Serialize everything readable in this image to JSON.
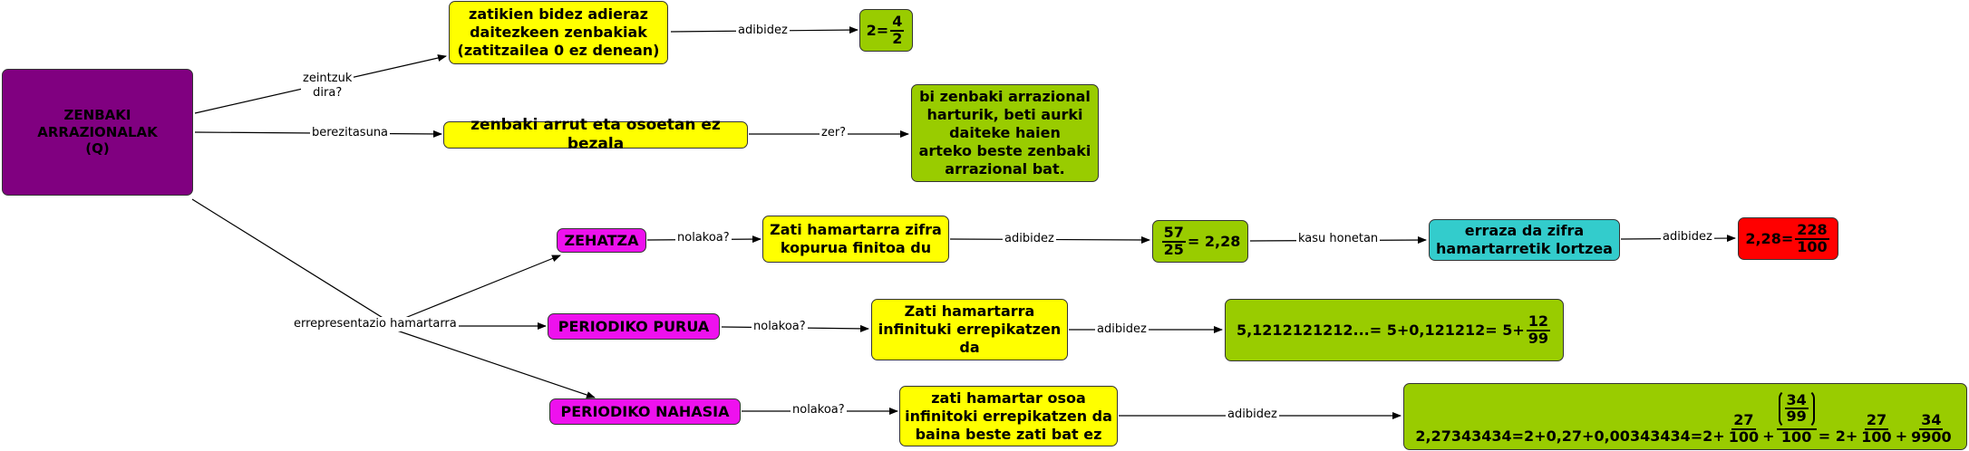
{
  "root": {
    "lines": [
      "ZENBAKI",
      "ARRAZIONALAK",
      "(Q)"
    ]
  },
  "definition": {
    "lines": [
      "zatikien bidez adieraz",
      "daitezkeen zenbakiak",
      "(zatitzailea 0 ez denean)"
    ]
  },
  "definition_example": {
    "lhs": "2=",
    "num": "4",
    "den": "2"
  },
  "property": {
    "text": "zenbaki arrut eta osoetan ez bezala"
  },
  "property_detail": {
    "lines": [
      "bi zenbaki arrazional",
      "harturik, beti aurki",
      "daiteke haien",
      "arteko beste zenbaki",
      "arrazional bat."
    ]
  },
  "exact": {
    "label": "ZEHATZA",
    "desc_lines": [
      "Zati hamartarra zifra",
      "kopurua finitoa du"
    ],
    "ex_num": "57",
    "ex_den": "25",
    "ex_rest": "= 2,28",
    "easy_lines": [
      "erraza da zifra",
      "hamartarretik lortzea"
    ],
    "final_lhs": "2,28=",
    "final_num": "228",
    "final_den": "100"
  },
  "pure": {
    "label": "PERIODIKO PURUA",
    "desc_lines": [
      "Zati hamartarra",
      "infinituki errepikatzen",
      "da"
    ],
    "ex_text": "5,1212121212...= 5+0,121212= 5+",
    "ex_num": "12",
    "ex_den": "99"
  },
  "mixed": {
    "label": "PERIODIKO NAHASIA",
    "desc_lines": [
      "zati hamartar osoa",
      "infinitoki errepikatzen da",
      "baina beste zati bat ez"
    ],
    "ex_part1": "2,27343434=2+0,27+0,00343434=2+",
    "f1_num": "27",
    "f1_den": "100",
    "plus1": "+",
    "inner_num": "34",
    "inner_den": "99",
    "outer_den": "100",
    "eq2": "= 2+",
    "f2_num": "27",
    "f2_den": "100",
    "plus2": "+",
    "f3_num": "34",
    "f3_den": "9900"
  },
  "edge_labels": {
    "zeintzuk": [
      "zeintzuk",
      "dira?"
    ],
    "adibidez": "adibidez",
    "berezitasuna": "berezitasuna",
    "zer": "zer?",
    "errepresentazio": "errepresentazio hamartarra",
    "nolakoa": "nolakoa?",
    "kasu": "kasu honetan"
  },
  "colors": {
    "purple": "#800080",
    "yellow": "#ffff00",
    "green": "#99cc00",
    "magenta": "#ee11ee",
    "cyan": "#33cccc",
    "red": "#ff0000"
  }
}
